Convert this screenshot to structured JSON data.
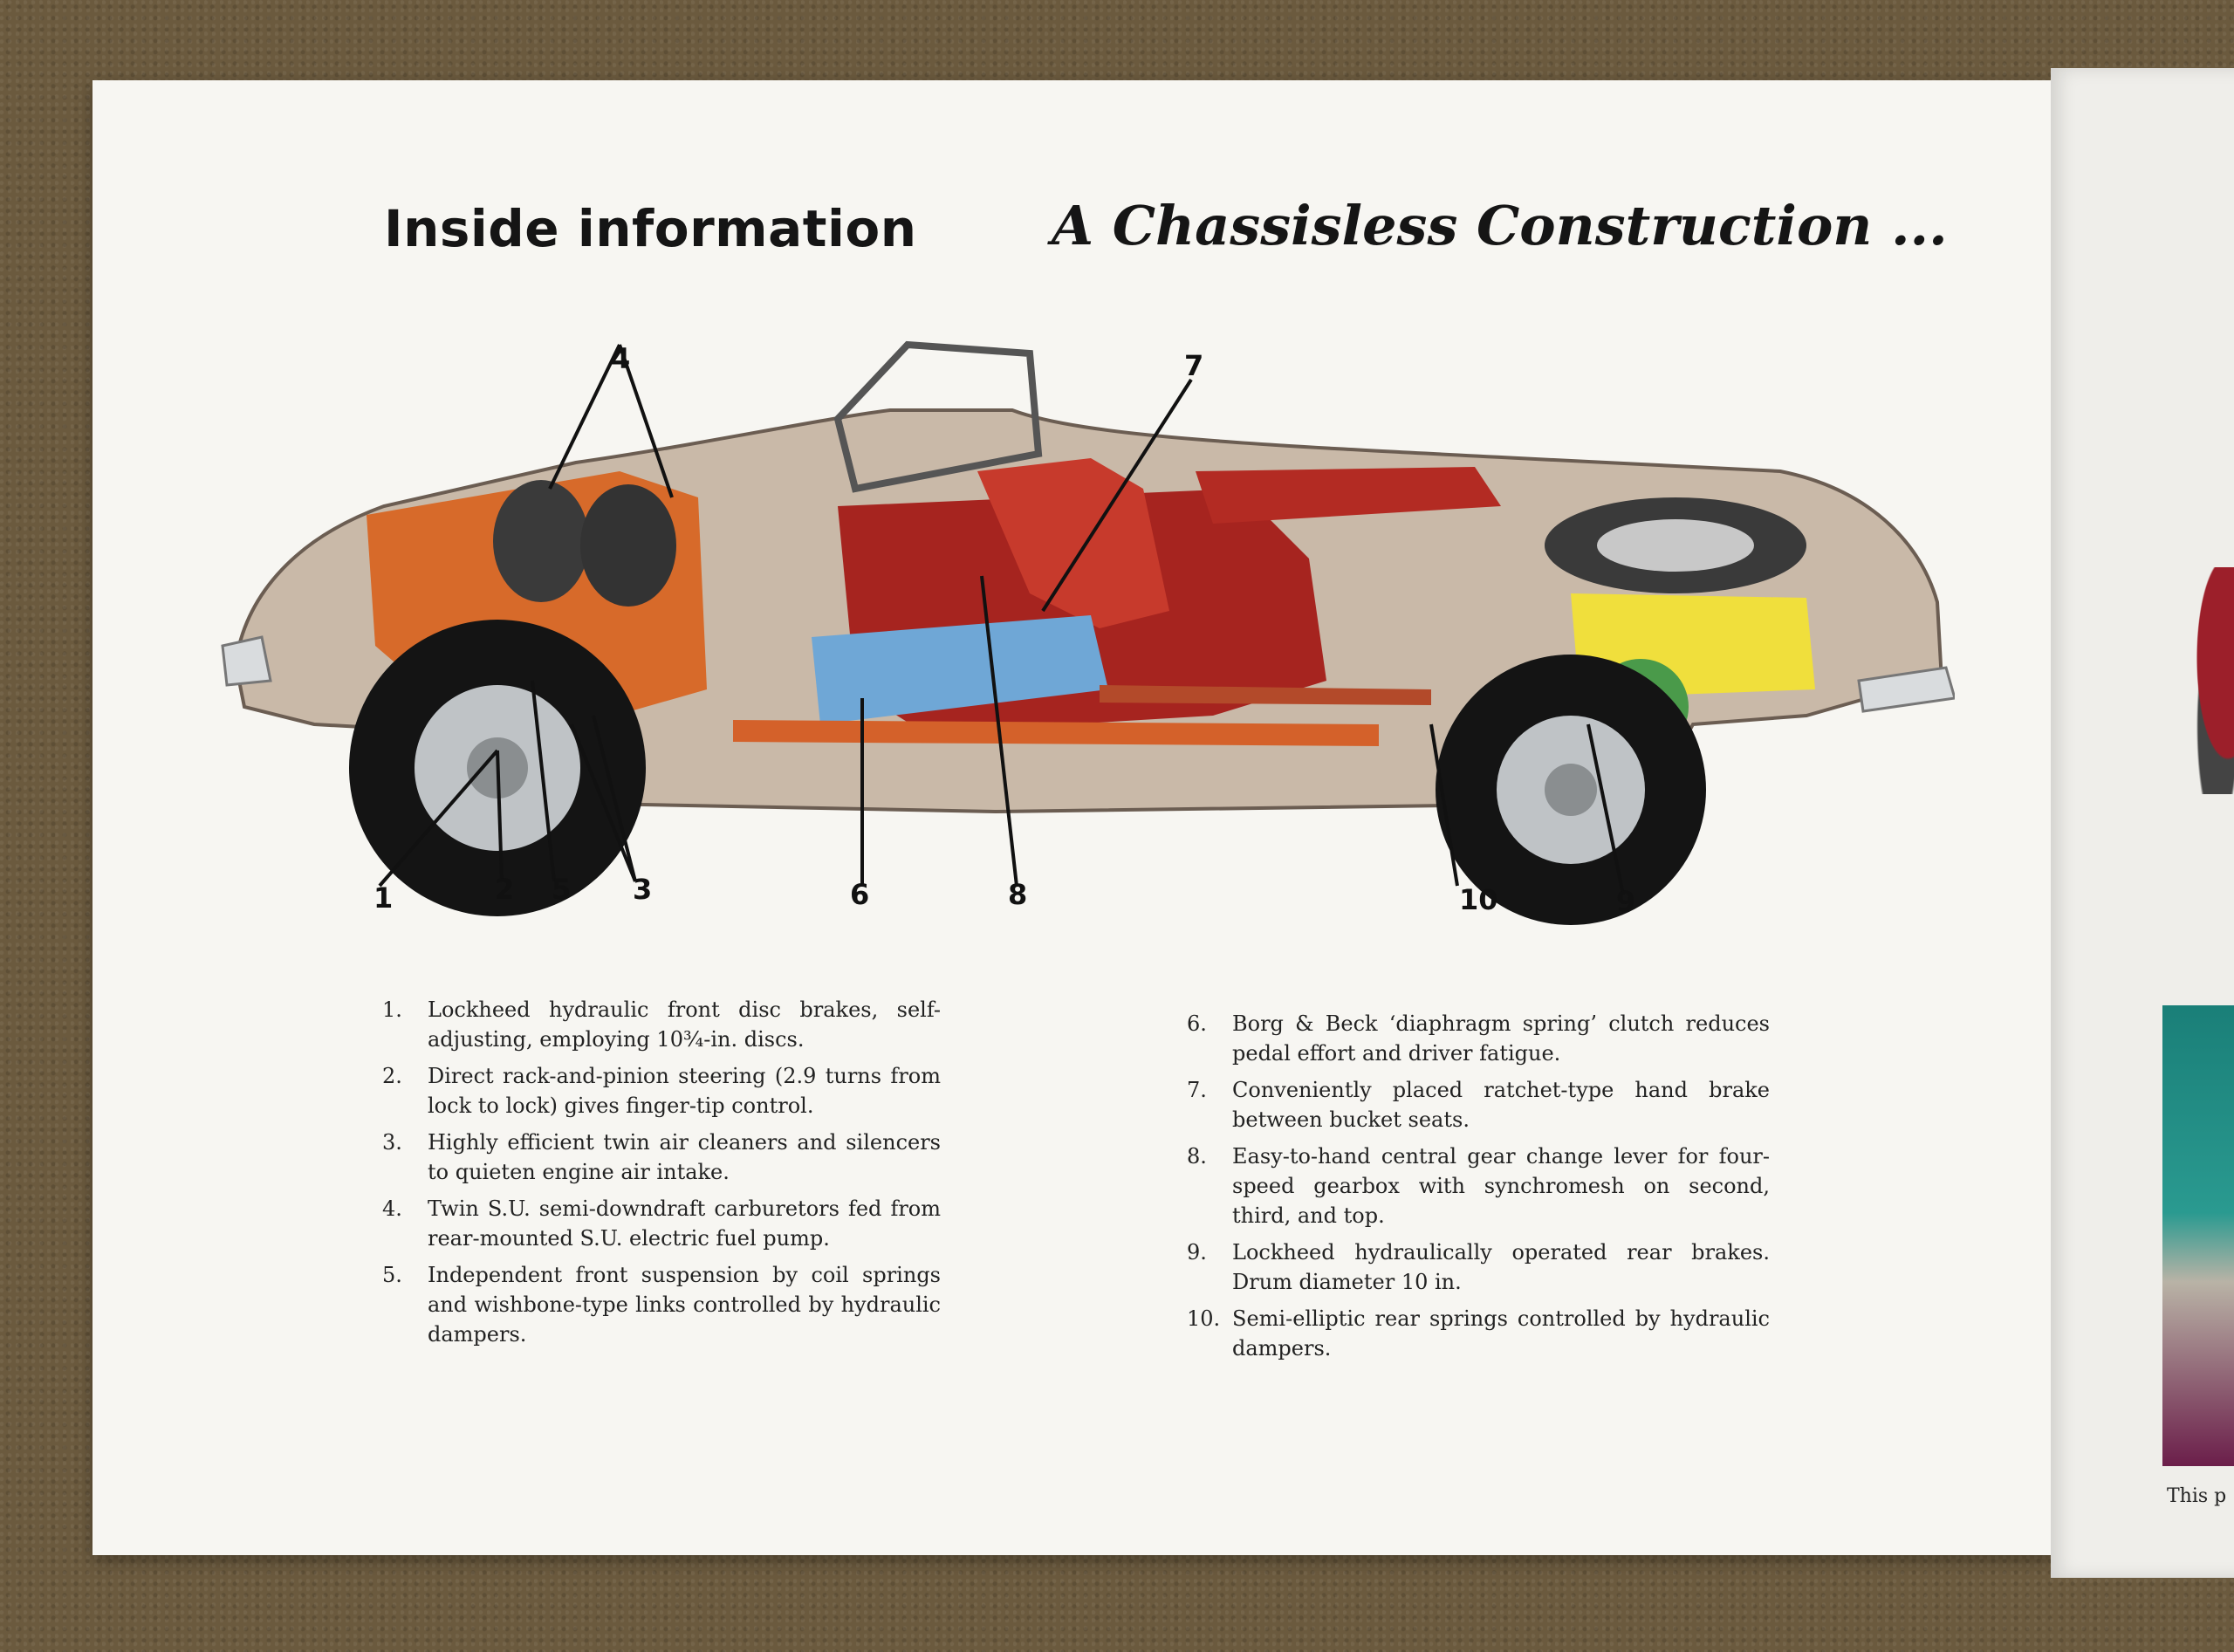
{
  "titles": {
    "left": "Inside information",
    "right": "A Chassisless Construction ..."
  },
  "callouts": [
    "1",
    "2",
    "5",
    "3",
    "6",
    "8",
    "10",
    "9",
    "4",
    "7"
  ],
  "features_left": [
    {
      "num": "1.",
      "text": "Lockheed hydraulic front disc brakes, self-adjusting, employing 10¾-in. discs."
    },
    {
      "num": "2.",
      "text": "Direct rack-and-pinion steering (2.9 turns from lock to lock) gives finger-tip control."
    },
    {
      "num": "3.",
      "text": "Highly efficient twin air cleaners and silencers to quieten engine air intake."
    },
    {
      "num": "4.",
      "text": "Twin S.U. semi-downdraft carburetors fed from rear-mounted S.U. electric fuel pump."
    },
    {
      "num": "5.",
      "text": "Independent front suspension by coil springs and wishbone-type links controlled by hydraulic dampers."
    }
  ],
  "features_right": [
    {
      "num": "6.",
      "text": "Borg & Beck ‘diaphragm spring’ clutch reduces pedal effort and driver fatigue."
    },
    {
      "num": "7.",
      "text": "Conveniently placed ratchet-type hand brake between bucket seats."
    },
    {
      "num": "8.",
      "text": "Easy-to-hand central gear change lever for four-speed gearbox with synchromesh on second, third, and top."
    },
    {
      "num": "9.",
      "text": "Lockheed hydraulically operated rear brakes. Drum diameter 10 in."
    },
    {
      "num": "10.",
      "text": "Semi-elliptic rear springs controlled by hydraulic dampers."
    }
  ],
  "next_page_caption": "This p"
}
